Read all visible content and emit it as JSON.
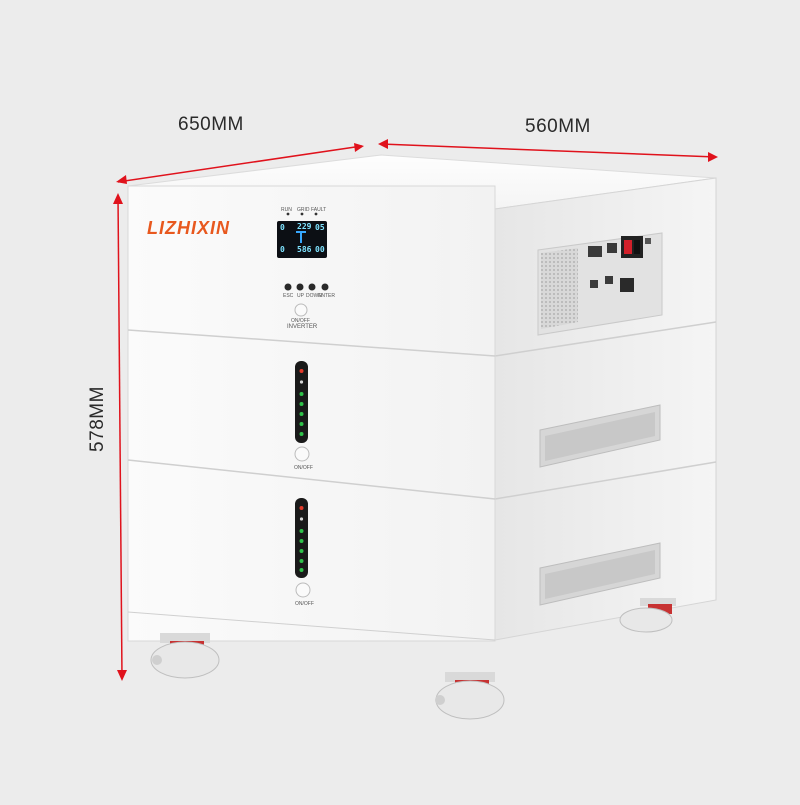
{
  "dimensions": {
    "width_label": "650MM",
    "depth_label": "560MM",
    "height_label": "578MM"
  },
  "brand": {
    "logo_text": "LIZHIXIN"
  },
  "inverter_module": {
    "indicator_labels": [
      "RUN",
      "GRID",
      "FAULT"
    ],
    "display_left_top": "0",
    "display_value_top": "229",
    "display_right_top": "05",
    "display_left_bottom": "0",
    "display_value_bottom": "586",
    "display_right_bottom": "00",
    "button_labels": [
      "ESC",
      "UP",
      "DOWN",
      "ENTER"
    ],
    "power_label": "ON/OFF",
    "module_label": "INVERTER"
  },
  "battery_modules": [
    {
      "power_label": "ON/OFF"
    },
    {
      "power_label": "ON/OFF"
    }
  ],
  "colors": {
    "brand": "#e8581e",
    "background": "#ececec",
    "dimension_arrow": "#e0121c",
    "cabinet": "#f7f7f7"
  }
}
